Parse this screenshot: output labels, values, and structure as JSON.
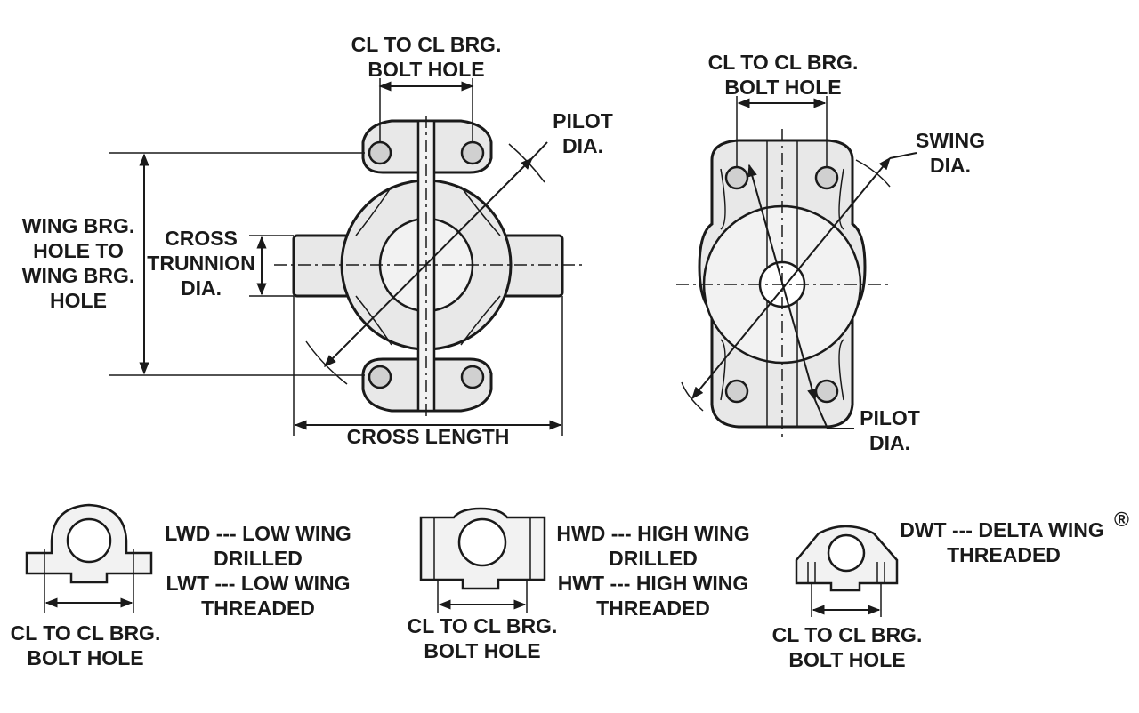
{
  "cross_view": {
    "bolt_hole_label": [
      "CL TO CL BRG.",
      "BOLT HOLE"
    ],
    "pilot_label": [
      "PILOT",
      "DIA."
    ],
    "wing_label": [
      "WING BRG.",
      "HOLE TO",
      "WING BRG.",
      "HOLE"
    ],
    "trunnion_label": [
      "CROSS",
      "TRUNNION",
      "DIA."
    ],
    "cross_length_label": "CROSS LENGTH"
  },
  "end_view": {
    "bolt_hole_label": [
      "CL TO CL BRG.",
      "BOLT HOLE"
    ],
    "swing_label": [
      "SWING",
      "DIA."
    ],
    "pilot_label": [
      "PILOT",
      "DIA."
    ]
  },
  "wing_types": [
    {
      "lines": [
        "LWD --- LOW WING",
        "DRILLED",
        "LWT --- LOW WING",
        "THREADED"
      ],
      "bolt_hole_label": [
        "CL TO CL BRG.",
        "BOLT HOLE"
      ]
    },
    {
      "lines": [
        "HWD --- HIGH WING",
        "DRILLED",
        "HWT --- HIGH WING",
        "THREADED"
      ],
      "bolt_hole_label": [
        "CL TO CL BRG.",
        "BOLT HOLE"
      ]
    },
    {
      "lines": [
        "DWT --- DELTA WING",
        "THREADED"
      ],
      "registered_mark": "®",
      "bolt_hole_label": [
        "CL TO CL BRG.",
        "BOLT HOLE"
      ]
    }
  ]
}
